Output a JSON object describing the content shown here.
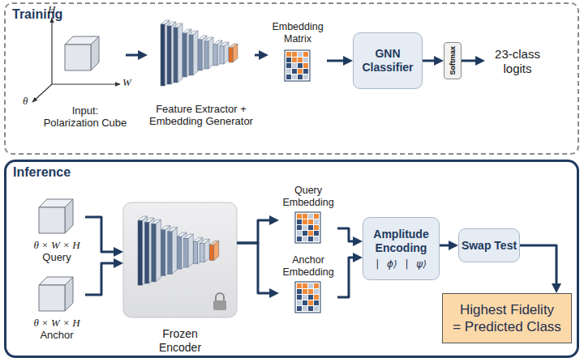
{
  "diagram": {
    "nodes": [
      {
        "text": [
          "Training"
        ]
      },
      {
        "text": [
          "Input:",
          "Polarization Cube"
        ],
        "in": 0
      },
      {
        "text": [
          "Feature Extractor + Embedding Generator"
        ],
        "in": 0
      },
      {
        "text": [
          "Embedding Matrix"
        ],
        "in": 0
      },
      {
        "text": [
          "GNN Classifier"
        ],
        "in": 0
      },
      {
        "text": [
          "Softmax"
        ],
        "in": 0
      },
      {
        "text": [
          "23-class logits"
        ],
        "in": 0
      },
      {
        "text": [
          "Inference"
        ]
      },
      {
        "text": [
          "θ × W × H",
          "Query"
        ],
        "in": 7
      },
      {
        "text": [
          "θ × W × H",
          "Anchor"
        ],
        "in": 7
      },
      {
        "text": [
          "Frozen Encoder"
        ],
        "in": 7
      },
      {
        "text": [
          "Query Embedding"
        ],
        "in": 7
      },
      {
        "text": [
          "Anchor Embedding"
        ],
        "in": 7
      },
      {
        "text": [
          "Amplitude Encoding",
          "| ϕ⟩ | ψ⟩"
        ],
        "in": 7
      },
      {
        "text": [
          "Swap Test"
        ],
        "in": 7
      },
      {
        "text": [
          "Highest Fidelity",
          "= Predicted Class"
        ],
        "in": 7
      }
    ],
    "edges": [
      {
        "from": 1,
        "to": 2,
        "arrow": "to"
      },
      {
        "from": 2,
        "to": 3,
        "arrow": "to"
      },
      {
        "from": 3,
        "to": 4,
        "arrow": "to"
      },
      {
        "from": 4,
        "to": 5,
        "arrow": "to"
      },
      {
        "from": 5,
        "to": 6,
        "arrow": "to"
      },
      {
        "from": 8,
        "to": 10,
        "arrow": "to"
      },
      {
        "from": 9,
        "to": 10,
        "arrow": "to"
      },
      {
        "from": 10,
        "to": 11,
        "arrow": "to"
      },
      {
        "from": 10,
        "to": 12,
        "arrow": "to"
      },
      {
        "from": 11,
        "to": 13,
        "arrow": "to"
      },
      {
        "from": 12,
        "to": 13,
        "arrow": "to"
      },
      {
        "from": 13,
        "to": 14,
        "arrow": "to"
      },
      {
        "from": 14,
        "to": 15,
        "arrow": "to"
      }
    ],
    "labels": [
      "H",
      "W",
      "θ"
    ]
  }
}
